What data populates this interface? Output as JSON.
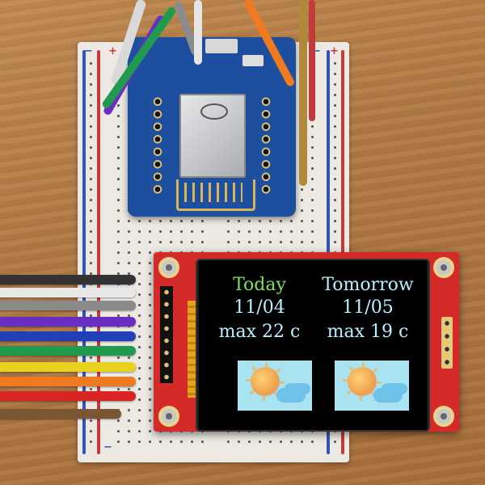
{
  "screen": {
    "today": {
      "title": "Today",
      "date": "11/04",
      "temp": "max 22 c"
    },
    "tomorrow": {
      "title": "Tomorrow",
      "date": "11/05",
      "temp": "max 19 c"
    },
    "weather_icon_left": "sun-behind-cloud-icon",
    "weather_icon_right": "sun-behind-cloud-icon",
    "colors": {
      "today_title": "#7ddf5a",
      "text": "#b9f0ff",
      "icon_bg": "#a9e3f1",
      "background": "#000000"
    }
  },
  "breadboard": {
    "plus": "+",
    "minus": "−"
  }
}
